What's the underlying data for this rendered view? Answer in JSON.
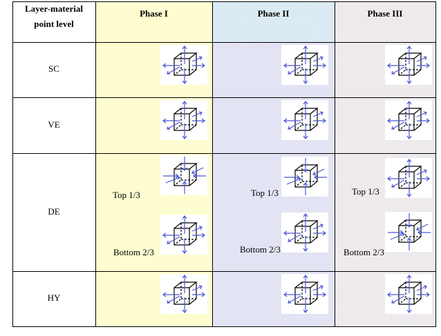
{
  "header": {
    "level_label": [
      "Layer-material",
      "point level"
    ],
    "phases": [
      "Phase I",
      "Phase II",
      "Phase III"
    ]
  },
  "rows": [
    {
      "label": "SC",
      "cells": [
        {
          "icons": [
            "tension-cube"
          ]
        },
        {
          "icons": [
            "tension-cube"
          ]
        },
        {
          "icons": [
            "tension-cube"
          ]
        }
      ]
    },
    {
      "label": "VE",
      "cells": [
        {
          "icons": [
            "tension-cube"
          ]
        },
        {
          "icons": [
            "tension-cube"
          ]
        },
        {
          "icons": [
            "tension-cube"
          ]
        }
      ]
    },
    {
      "label": "DE",
      "cells": [
        {
          "top_label": "Top 1/3",
          "bottom_label": "Bottom 2/3",
          "icons": [
            "compression-cube",
            "tension-cube"
          ]
        },
        {
          "top_label": "Top 1/3",
          "bottom_label": "Bottom 2/3",
          "icons": [
            "compression-cube",
            "tension-cube"
          ]
        },
        {
          "top_label": "Top 1/3",
          "bottom_label": "Bottom 2/3",
          "icons": [
            "tension-cube",
            "compression-cube"
          ]
        }
      ]
    },
    {
      "label": "HY",
      "cells": [
        {
          "icons": [
            "tension-cube"
          ]
        },
        {
          "icons": [
            "tension-cube"
          ]
        },
        {
          "icons": [
            "tension-cube"
          ]
        }
      ]
    }
  ],
  "colors": {
    "arrow": "#4a56d8",
    "phase1": "#fefdd0",
    "border": "#000000"
  }
}
